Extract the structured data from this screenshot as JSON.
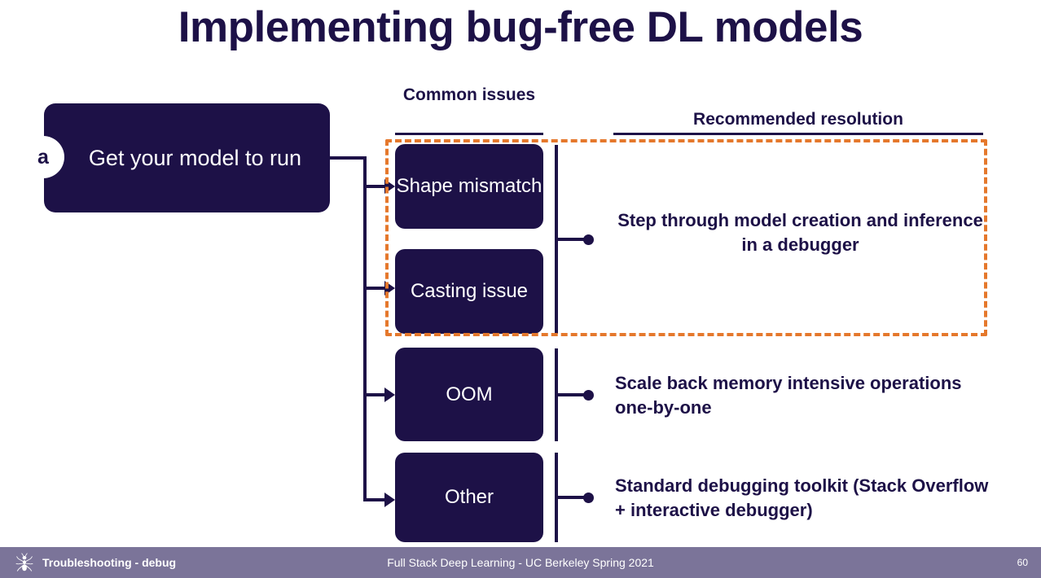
{
  "slide": {
    "title": "Implementing bug-free DL models",
    "step_badge": "a",
    "main_box_label": "Get your model to run"
  },
  "columns": {
    "common_issues_header": "Common issues",
    "recommended_resolution_header": "Recommended resolution"
  },
  "issues": [
    {
      "label": "Shape mismatch"
    },
    {
      "label": "Casting issue"
    },
    {
      "label": "OOM"
    },
    {
      "label": "Other"
    }
  ],
  "resolutions": [
    {
      "text": "Step through model creation and inference in a debugger"
    },
    {
      "text": "Scale back memory intensive operations one-by-one"
    },
    {
      "text": "Standard debugging toolkit (Stack Overflow + interactive debugger)"
    }
  ],
  "footer": {
    "section": "Troubleshooting - debug",
    "course": "Full Stack Deep Learning - UC Berkeley Spring 2021",
    "page": "60",
    "icon": "ant-icon"
  },
  "colors": {
    "navy": "#1d1147",
    "orange_highlight": "#e5782c",
    "footer_bar": "#7b7499",
    "background": "#ffffff",
    "text_on_navy": "#ffffff"
  }
}
